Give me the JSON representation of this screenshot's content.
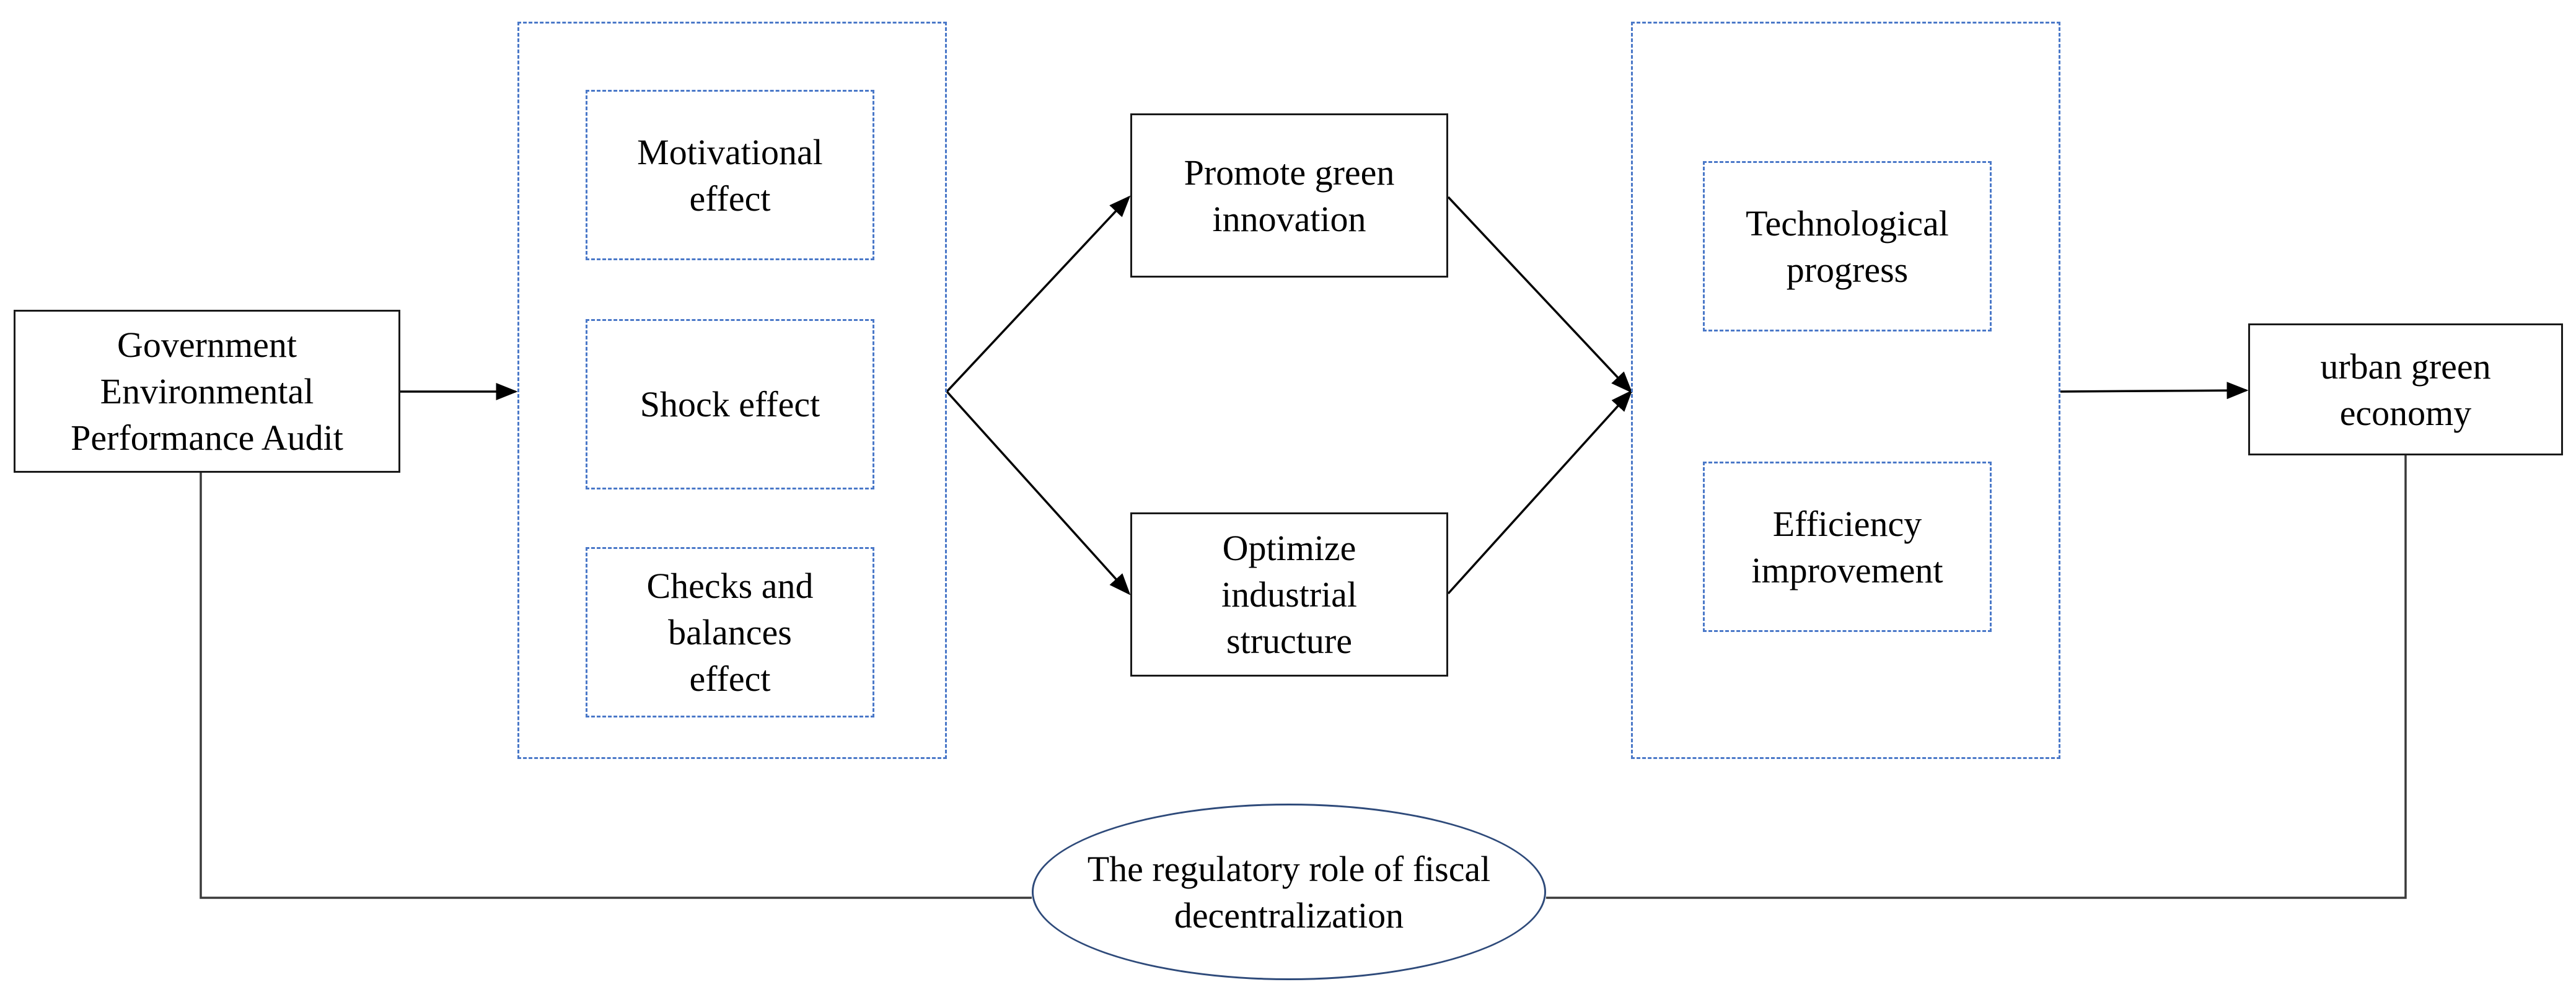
{
  "diagram": {
    "source_label": "Government\nEnvironmental\nPerformance Audit",
    "mechanisms": {
      "motivational": "Motivational\neffect",
      "shock": "Shock effect",
      "checks": "Checks and\nbalances\neffect"
    },
    "paths": {
      "green_innovation": "Promote green\ninnovation",
      "industrial_structure": "Optimize\nindustrial\nstructure"
    },
    "outcomes": {
      "technological": "Technological\nprogress",
      "efficiency": "Efficiency\nimprovement"
    },
    "target_label": "urban green\neconomy",
    "moderator_label": "The regulatory role of fiscal\ndecentralization"
  }
}
